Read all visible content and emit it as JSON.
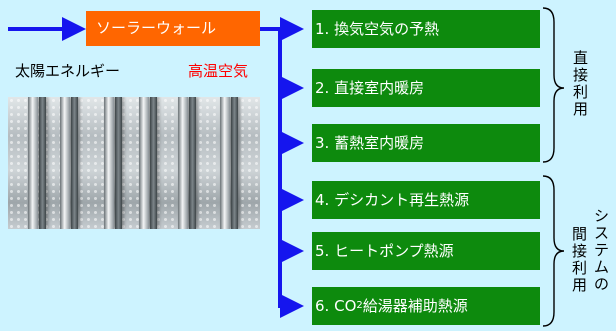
{
  "source": {
    "label": "ソーラーウォール"
  },
  "inputs": {
    "sunlight": "太陽エネルギー",
    "hot_air": "高温空気"
  },
  "uses": [
    {
      "number": "1.",
      "label": "換気空気の予熱"
    },
    {
      "number": "2.",
      "label": "直接室内暖房"
    },
    {
      "number": "3.",
      "label": "蓄熱室内暖房"
    },
    {
      "number": "4.",
      "label": "デシカント再生熱源"
    },
    {
      "number": "5.",
      "label": "ヒートポンプ熱源"
    },
    {
      "number": "6.",
      "label_prefix": "CO",
      "label_sub": "2",
      "label_suffix": "給湯器補助熱源"
    }
  ],
  "groups": {
    "direct": "直接利用",
    "system_col1": "システムの",
    "system_col2": "間接利用"
  },
  "colors": {
    "background": "#cdf3ff",
    "source_box": "#ff6600",
    "use_box": "#0d8a0d",
    "arrow": "#1515ee",
    "hot_air_text": "#ff0000"
  }
}
